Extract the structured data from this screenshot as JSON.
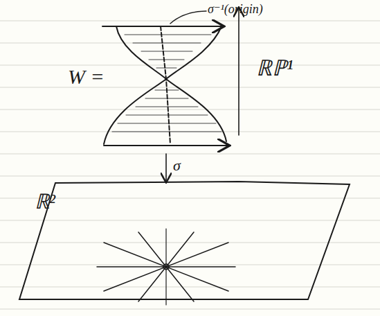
{
  "diagram": {
    "labels": [
      "σ⁻¹(origin)",
      "W =",
      "ℝℙ¹",
      "ℝ²",
      "σ"
    ]
  }
}
